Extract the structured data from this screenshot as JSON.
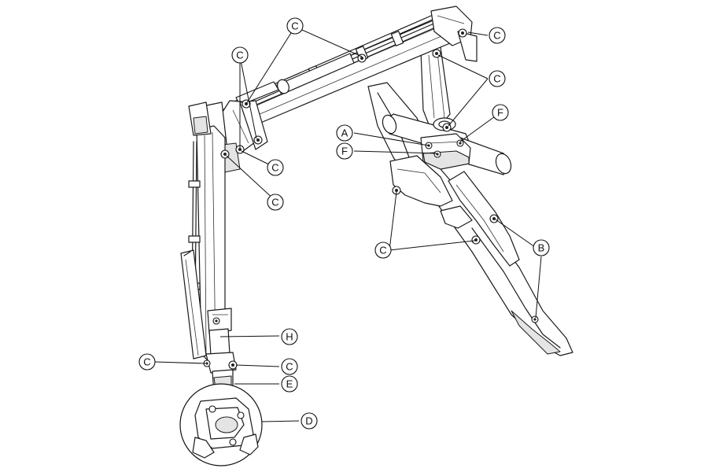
{
  "callouts": {
    "c_top_right": "C",
    "c_top_center": "C",
    "c_top_left": "C",
    "c_right_mid": "C",
    "c_left_lower": "C",
    "c_left_low": "C",
    "c_base": "C",
    "c_lower_left": "C",
    "c_lower_right": "C",
    "a": "A",
    "f_upper": "F",
    "f_lower": "F",
    "b": "B",
    "h": "H",
    "e": "E",
    "d": "D"
  }
}
